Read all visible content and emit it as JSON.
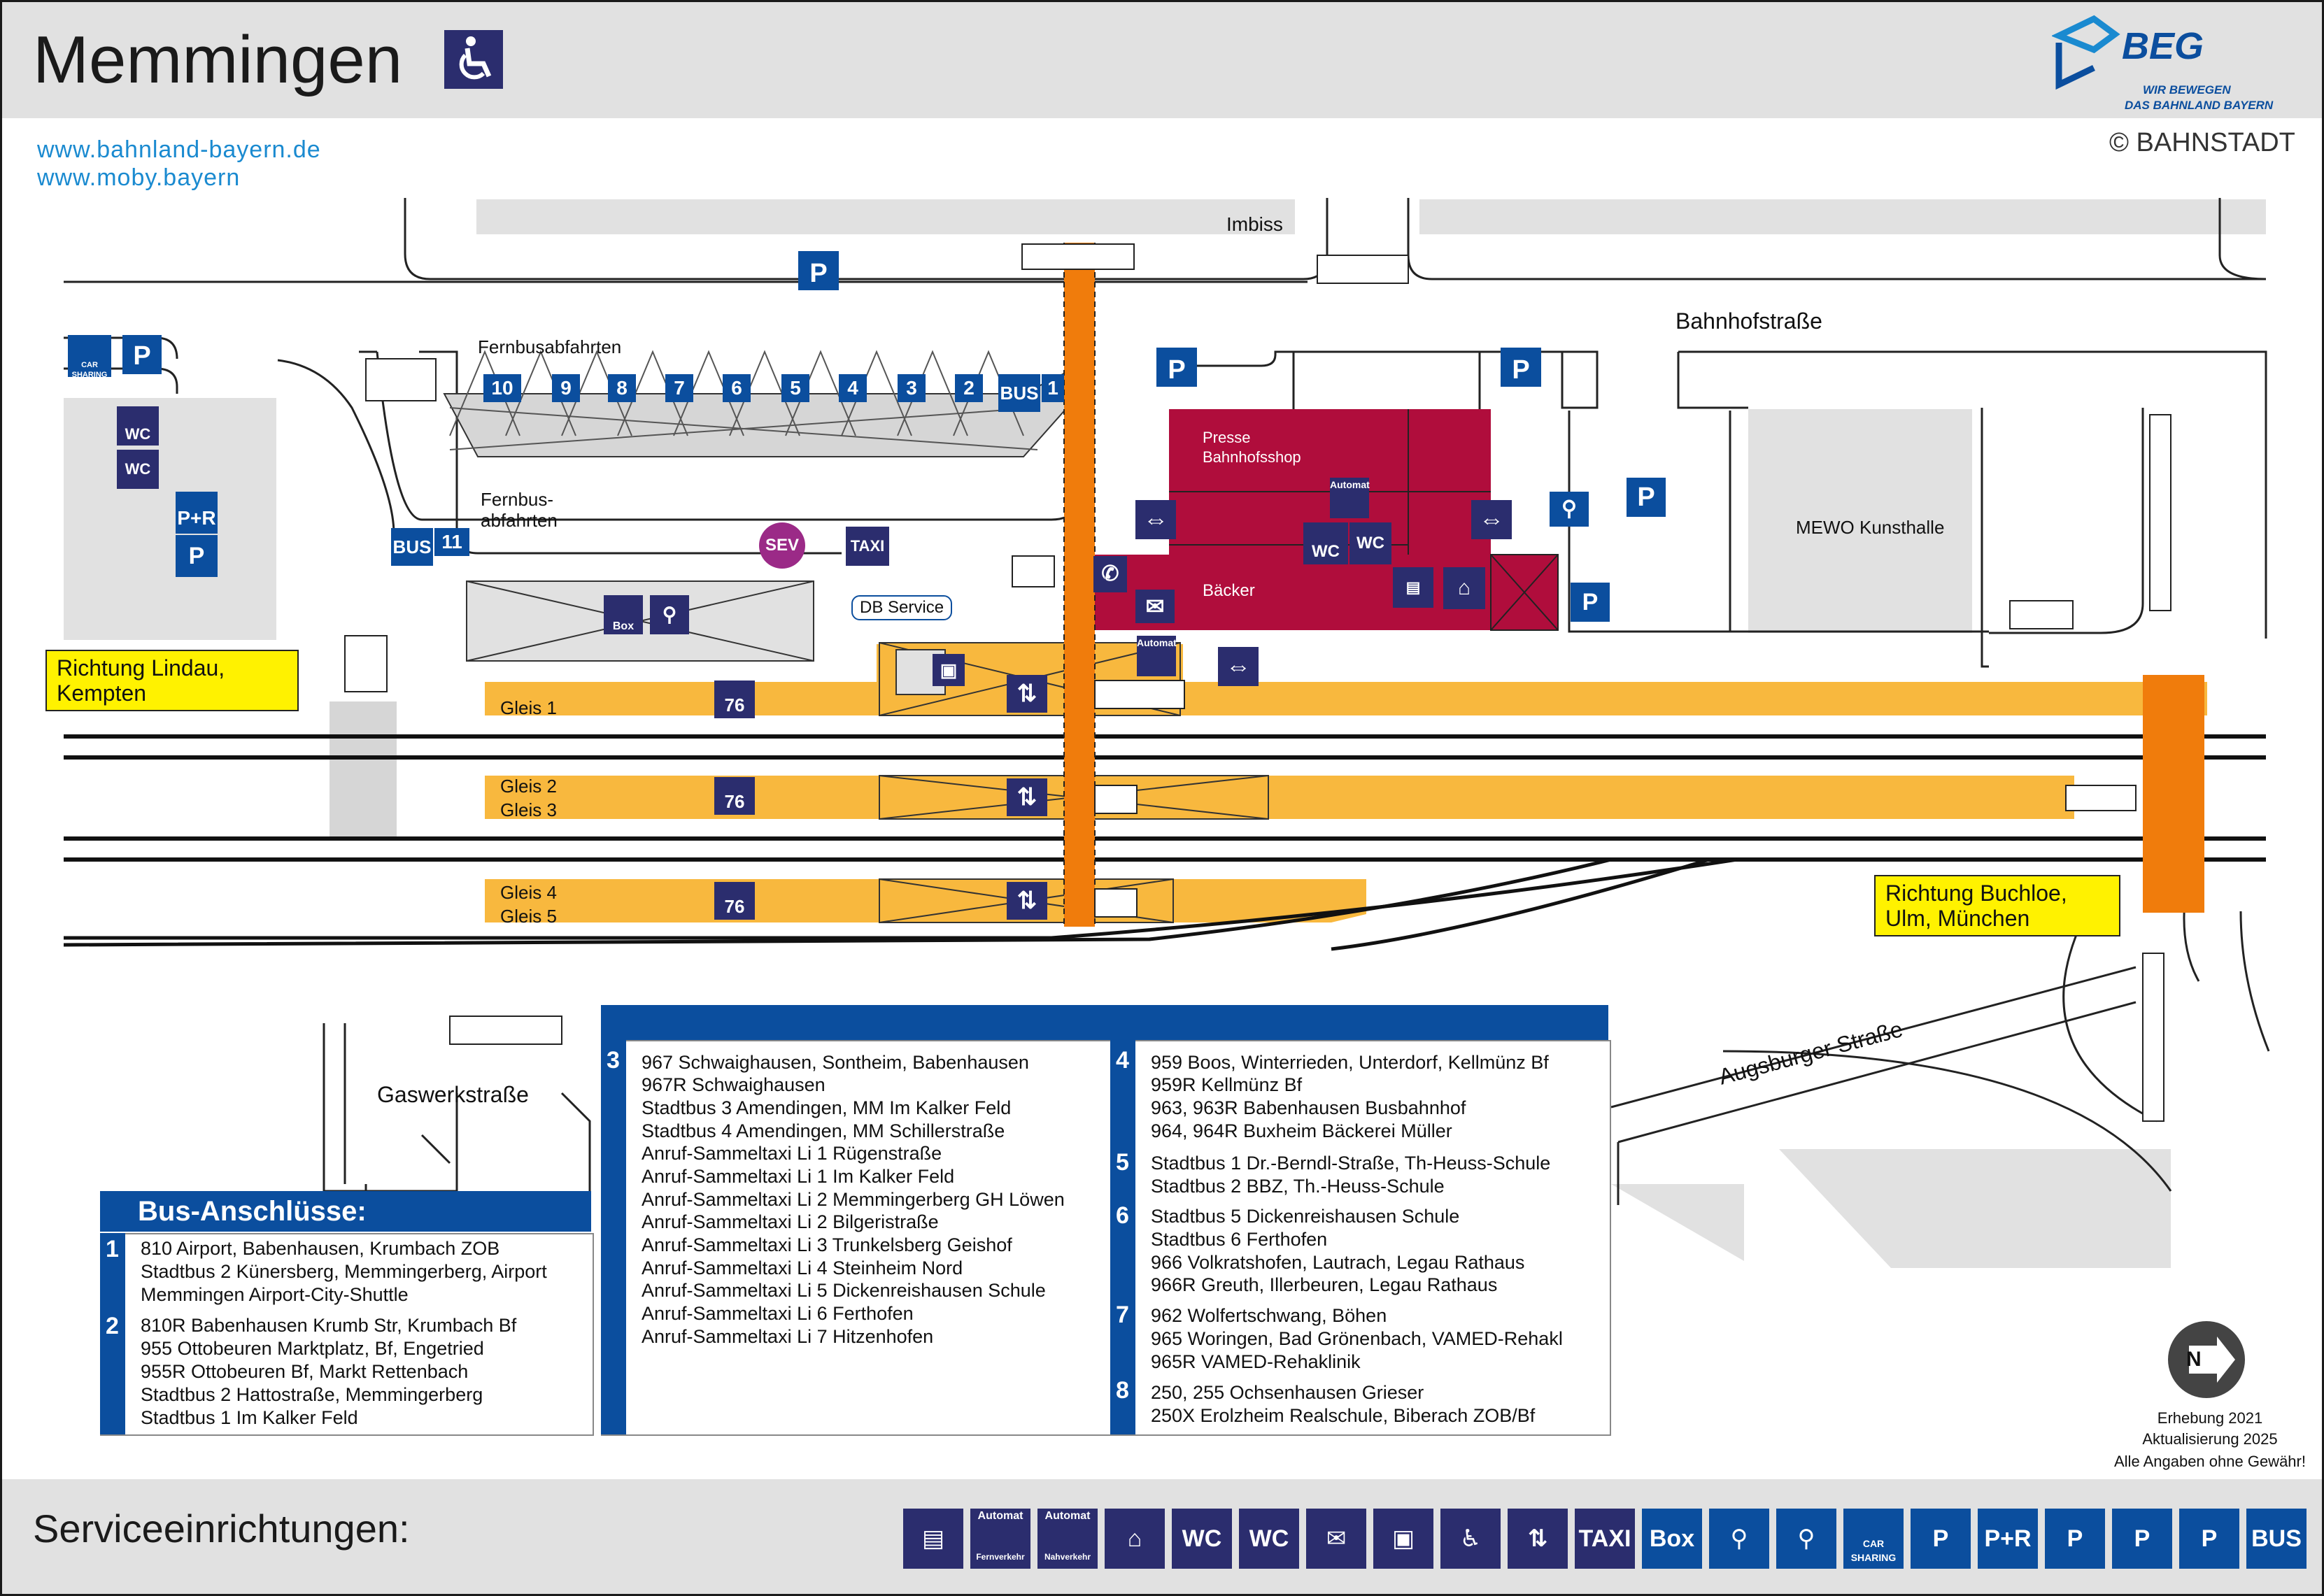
{
  "header": {
    "title": "Memmingen",
    "urls": [
      "www.bahnland-bayern.de",
      "www.moby.bayern"
    ],
    "beg_logo": "BEG",
    "beg_tagline_1": "WIR BEWEGEN",
    "beg_tagline_2": "DAS BAHNLAND BAYERN",
    "copyright": "© BAHNSTADT"
  },
  "map": {
    "streets": {
      "bahnhofstrasse": "Bahnhofstraße",
      "augsburger": "Augsburger Straße",
      "gaswerk": "Gaswerkstraße"
    },
    "places": {
      "imbiss": "Imbiss",
      "fernbus_top": "Fernbusabfahrten",
      "fernbus_left_1": "Fernbus-",
      "fernbus_left_2": "abfahrten",
      "presse_1": "Presse",
      "presse_2": "Bahnhofsshop",
      "baecker": "Bäcker",
      "mewo": "MEWO Kunsthalle",
      "db_service": "DB Service"
    },
    "bus_bays": [
      "10",
      "9",
      "8",
      "7",
      "6",
      "5",
      "4",
      "3",
      "2",
      "1",
      "11"
    ],
    "tracks": {
      "gleis1": "Gleis 1",
      "gleis2": "Gleis 2",
      "gleis3": "Gleis 3",
      "gleis4": "Gleis 4",
      "gleis5": "Gleis 5",
      "platform_height": "76"
    },
    "directions": {
      "lindau_1": "Richtung Lindau,",
      "lindau_2": "Kempten",
      "buchloe_1": "Richtung Buchloe,",
      "buchloe_2": "Ulm, München"
    },
    "icon_texts": {
      "bus": "BUS",
      "sev": "SEV",
      "taxi": "TAXI",
      "wc": "WC",
      "p": "P",
      "pr": "P+R",
      "box": "Box",
      "automat": "Automat",
      "car": "CAR",
      "sharing": "SHARING"
    }
  },
  "bus": {
    "heading": "Bus-Anschlüsse:",
    "groups": [
      {
        "no": "1",
        "lines": [
          "810 Airport, Babenhausen, Krumbach ZOB",
          "Stadtbus 2 Künersberg, Memmingerberg, Airport",
          "Memmingen Airport-City-Shuttle"
        ]
      },
      {
        "no": "2",
        "lines": [
          "810R Babenhausen Krumb Str, Krumbach Bf",
          "955 Ottobeuren Marktplatz, Bf, Engetried",
          "955R Ottobeuren Bf, Markt Rettenbach",
          "Stadtbus 2 Hattostraße, Memmingerberg",
          "Stadtbus 1 Im Kalker Feld"
        ]
      },
      {
        "no": "3",
        "lines": [
          "967 Schwaighausen, Sontheim, Babenhausen",
          "967R Schwaighausen",
          "Stadtbus 3 Amendingen, MM Im Kalker Feld",
          "Stadtbus 4 Amendingen, MM Schillerstraße",
          "Anruf-Sammeltaxi Li 1 Rügenstraße",
          "Anruf-Sammeltaxi Li 1 Im Kalker Feld",
          "Anruf-Sammeltaxi Li 2 Memmingerberg GH Löwen",
          "Anruf-Sammeltaxi Li 2 Bilgeristraße",
          "Anruf-Sammeltaxi Li 3 Trunkelsberg Geishof",
          "Anruf-Sammeltaxi Li 4 Steinheim Nord",
          "Anruf-Sammeltaxi Li 5 Dickenreishausen Schule",
          "Anruf-Sammeltaxi Li 6 Ferthofen",
          "Anruf-Sammeltaxi Li 7 Hitzenhofen"
        ]
      },
      {
        "no": "4",
        "lines": [
          "959 Boos, Winterrieden, Unterdorf, Kellmünz Bf",
          "959R Kellmünz Bf",
          "963, 963R Babenhausen Busbahnhof",
          "964, 964R Buxheim Bäckerei Müller"
        ]
      },
      {
        "no": "5",
        "lines": [
          "Stadtbus 1 Dr.-Berndl-Straße, Th-Heuss-Schule",
          "Stadtbus 2 BBZ, Th.-Heuss-Schule"
        ]
      },
      {
        "no": "6",
        "lines": [
          "Stadtbus 5 Dickenreishausen Schule",
          "Stadtbus 6 Ferthofen",
          "966 Volkratshofen, Lautrach, Legau Rathaus",
          "966R Greuth, Illerbeuren, Legau Rathaus"
        ]
      },
      {
        "no": "7",
        "lines": [
          "962 Wolfertschwang, Böhen",
          "965 Woringen, Bad Grönenbach, VAMED-Rehakl",
          "965R VAMED-Rehaklinik"
        ]
      },
      {
        "no": "8",
        "lines": [
          "250, 255 Ochsenhausen Grieser",
          "250X Erolzheim Realschule, Biberach ZOB/Bf"
        ]
      }
    ]
  },
  "credits": {
    "survey": "Erhebung 2021",
    "update": "Aktualisierung 2025",
    "disclaimer": "Alle Angaben ohne Gewähr!"
  },
  "footer": {
    "title": "Serviceeinrichtungen:",
    "icons": [
      {
        "name": "ticket-machine-icon",
        "text": "",
        "tone": "dk"
      },
      {
        "name": "automat-fernverkehr-icon",
        "text": "Automat",
        "sub": "Fernverkehr",
        "tone": "dk"
      },
      {
        "name": "automat-nahverkehr-icon",
        "text": "Automat",
        "sub": "Nahverkehr",
        "tone": "dk"
      },
      {
        "name": "travel-center-icon",
        "text": "",
        "tone": "dk"
      },
      {
        "name": "accessible-wc-icon",
        "text": "WC",
        "tone": "dk"
      },
      {
        "name": "wc-icon",
        "text": "WC",
        "tone": "dk"
      },
      {
        "name": "mailbox-icon",
        "text": "",
        "tone": "dk"
      },
      {
        "name": "lockers-icon",
        "text": "",
        "tone": "dk"
      },
      {
        "name": "mobility-help-icon",
        "text": "",
        "tone": "dk"
      },
      {
        "name": "elevator-icon",
        "text": "",
        "tone": "dk"
      },
      {
        "name": "taxi-icon",
        "text": "TAXI",
        "tone": "dk"
      },
      {
        "name": "bike-box-icon",
        "text": "Box",
        "tone": "bl"
      },
      {
        "name": "bike-parking-covered-icon",
        "text": "",
        "tone": "bl"
      },
      {
        "name": "bike-parking-icon",
        "text": "",
        "tone": "bl"
      },
      {
        "name": "car-sharing-icon",
        "text": "CAR SHARING",
        "tone": "bl"
      },
      {
        "name": "disabled-parking-icon",
        "text": "P",
        "tone": "bl"
      },
      {
        "name": "park-and-ride-icon",
        "text": "P+R",
        "tone": "bl"
      },
      {
        "name": "parking-icon",
        "text": "P",
        "tone": "bl"
      },
      {
        "name": "short-term-parking-icon",
        "text": "P",
        "tone": "bl"
      },
      {
        "name": "ev-charging-parking-icon",
        "text": "P",
        "tone": "bl"
      },
      {
        "name": "bus-icon",
        "text": "BUS",
        "tone": "bl"
      }
    ]
  }
}
